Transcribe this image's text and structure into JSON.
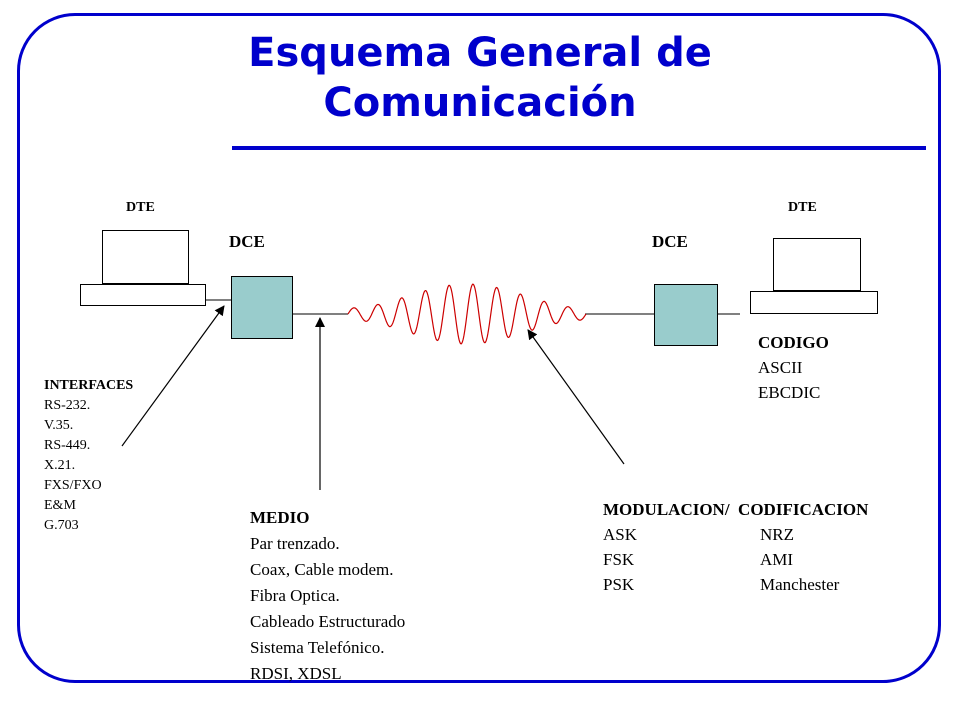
{
  "title": {
    "line1": "Esquema General de",
    "line2": "Comunicación"
  },
  "labels": {
    "dte_left": "DTE",
    "dte_right": "DTE",
    "dce_left": "DCE",
    "dce_right": "DCE"
  },
  "interfaces": {
    "heading": "INTERFACES",
    "items": [
      "RS-232.",
      "V.35.",
      "RS-449.",
      "X.21.",
      "FXS/FXO",
      "E&M",
      "G.703"
    ]
  },
  "medio": {
    "heading": "MEDIO",
    "items": [
      "Par trenzado.",
      "Coax, Cable modem.",
      "Fibra Optica.",
      "Cableado Estructurado",
      "Sistema Telefónico.",
      "RDSI, XDSL"
    ]
  },
  "codigo": {
    "heading": "CODIGO",
    "items": [
      "ASCII",
      "EBCDIC"
    ]
  },
  "modulacion": {
    "heading": "MODULACION/  CODIFICACION",
    "rows": [
      {
        "mod": "ASK",
        "cod": "NRZ"
      },
      {
        "mod": "FSK",
        "cod": "AMI"
      },
      {
        "mod": "PSK",
        "cod": "Manchester"
      }
    ]
  },
  "colors": {
    "accent": "#0000cc",
    "dce_fill": "#99cccc",
    "signal": "#cc0000"
  }
}
